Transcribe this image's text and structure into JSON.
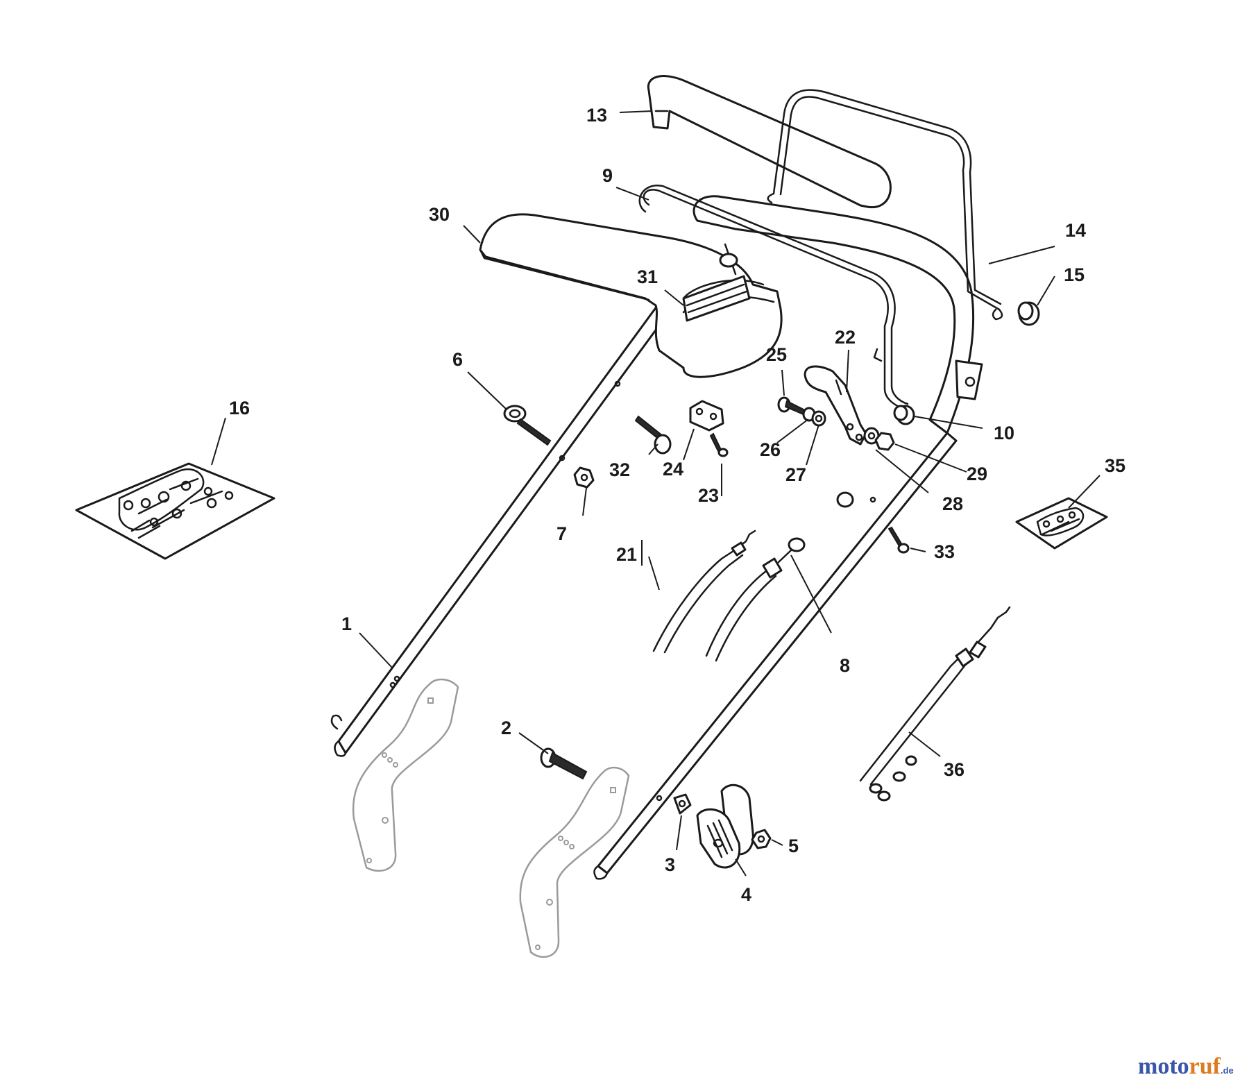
{
  "callouts": {
    "p1": "1",
    "p2": "2",
    "p3": "3",
    "p4": "4",
    "p5": "5",
    "p6": "6",
    "p7": "7",
    "p8": "8",
    "p9": "9",
    "p10": "10",
    "p13": "13",
    "p14": "14",
    "p15": "15",
    "p16": "16",
    "p21": "21",
    "p22": "22",
    "p23": "23",
    "p24": "24",
    "p25": "25",
    "p26": "26",
    "p27": "27",
    "p28": "28",
    "p29": "29",
    "p30": "30",
    "p31": "31",
    "p32": "32",
    "p33": "33",
    "p35": "35",
    "p36": "36"
  },
  "watermark": {
    "part1": "moto",
    "part2": "ruf",
    "suffix": ".de",
    "color1": "#3a56a8",
    "color2": "#e07a1f"
  }
}
